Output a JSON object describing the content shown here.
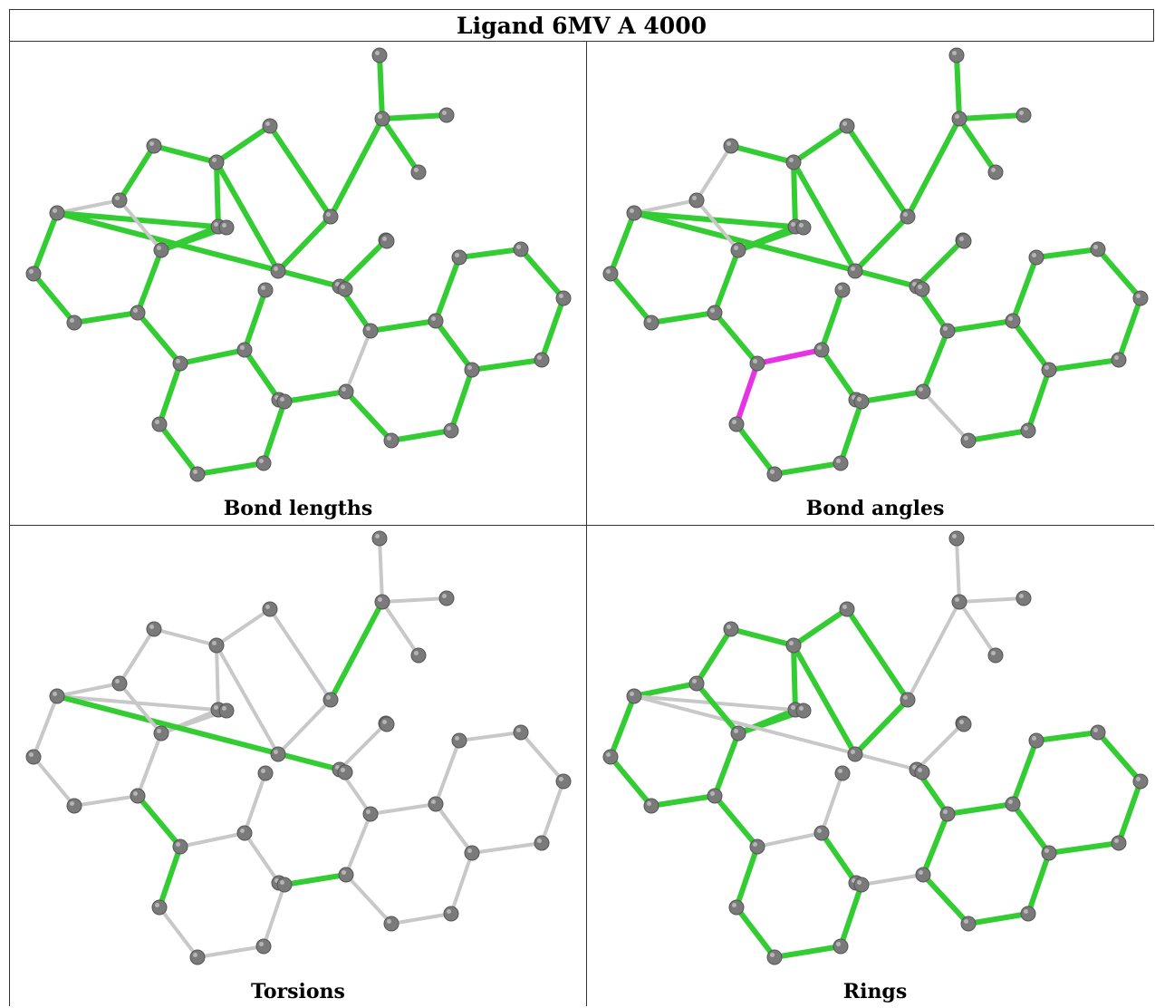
{
  "title": "Ligand 6MV A 4000",
  "colors": {
    "outlier_bond": "#33cc33",
    "normal_bond": "#c8c8c8",
    "highlight_bond": "#e633e6",
    "atom": "#7a7a7a"
  },
  "panels": [
    {
      "caption": "Bond lengths",
      "green": [
        [
          0,
          1
        ],
        [
          1,
          2
        ],
        [
          2,
          3
        ],
        [
          3,
          4
        ],
        [
          4,
          5
        ],
        [
          5,
          6
        ],
        [
          6,
          7
        ],
        [
          7,
          8
        ],
        [
          7,
          9
        ],
        [
          7,
          10
        ],
        [
          11,
          12
        ],
        [
          12,
          13
        ],
        [
          14,
          15
        ],
        [
          15,
          16
        ],
        [
          16,
          17
        ],
        [
          17,
          18
        ],
        [
          18,
          19
        ],
        [
          19,
          20
        ],
        [
          20,
          21
        ],
        [
          21,
          22
        ],
        [
          24,
          25
        ],
        [
          25,
          26
        ],
        [
          26,
          27
        ],
        [
          29,
          30
        ],
        [
          30,
          31
        ],
        [
          31,
          32
        ],
        [
          32,
          33
        ],
        [
          33,
          34
        ],
        [
          34,
          35
        ],
        [
          35,
          25
        ],
        [
          36,
          37
        ],
        [
          37,
          38
        ],
        [
          38,
          39
        ],
        [
          39,
          40
        ],
        [
          40,
          41
        ],
        [
          41,
          36
        ],
        [
          5,
          42
        ],
        [
          11,
          13
        ],
        [
          13,
          15
        ],
        [
          22,
          43
        ],
        [
          15,
          44
        ],
        [
          4,
          11
        ],
        [
          12,
          42
        ],
        [
          22,
          29
        ],
        [
          31,
          36
        ]
      ],
      "magenta": []
    },
    {
      "caption": "Bond angles",
      "green": [
        [
          0,
          1
        ],
        [
          2,
          3
        ],
        [
          3,
          4
        ],
        [
          4,
          5
        ],
        [
          5,
          6
        ],
        [
          6,
          7
        ],
        [
          7,
          8
        ],
        [
          7,
          9
        ],
        [
          7,
          10
        ],
        [
          11,
          12
        ],
        [
          12,
          13
        ],
        [
          14,
          15
        ],
        [
          15,
          16
        ],
        [
          16,
          17
        ],
        [
          17,
          18
        ],
        [
          19,
          20
        ],
        [
          20,
          21
        ],
        [
          21,
          22
        ],
        [
          24,
          25
        ],
        [
          25,
          26
        ],
        [
          26,
          27
        ],
        [
          29,
          30
        ],
        [
          30,
          31
        ],
        [
          31,
          32
        ],
        [
          33,
          34
        ],
        [
          34,
          35
        ],
        [
          35,
          25
        ],
        [
          36,
          37
        ],
        [
          37,
          38
        ],
        [
          38,
          39
        ],
        [
          39,
          40
        ],
        [
          40,
          41
        ],
        [
          41,
          36
        ],
        [
          5,
          42
        ],
        [
          11,
          13
        ],
        [
          13,
          15
        ],
        [
          22,
          43
        ],
        [
          15,
          44
        ],
        [
          4,
          11
        ],
        [
          12,
          42
        ],
        [
          22,
          29
        ],
        [
          27,
          28
        ]
      ],
      "magenta": [
        [
          18,
          19
        ],
        [
          19,
          24
        ],
        [
          24,
          23
        ]
      ]
    },
    {
      "caption": "Torsions",
      "green": [
        [
          6,
          7
        ],
        [
          11,
          13
        ],
        [
          17,
          18
        ],
        [
          32,
          33
        ],
        [
          13,
          43
        ]
      ],
      "magenta": []
    },
    {
      "caption": "Rings",
      "green": [
        [
          0,
          1
        ],
        [
          1,
          2
        ],
        [
          2,
          3
        ],
        [
          3,
          4
        ],
        [
          4,
          5
        ],
        [
          5,
          6
        ],
        [
          11,
          12
        ],
        [
          12,
          13
        ],
        [
          14,
          15
        ],
        [
          15,
          16
        ],
        [
          16,
          17
        ],
        [
          17,
          18
        ],
        [
          19,
          20
        ],
        [
          20,
          21
        ],
        [
          21,
          22
        ],
        [
          24,
          25
        ],
        [
          25,
          26
        ],
        [
          26,
          27
        ],
        [
          29,
          30
        ],
        [
          30,
          31
        ],
        [
          31,
          32
        ],
        [
          33,
          34
        ],
        [
          34,
          35
        ],
        [
          35,
          25
        ],
        [
          36,
          37
        ],
        [
          37,
          38
        ],
        [
          38,
          39
        ],
        [
          39,
          40
        ],
        [
          40,
          41
        ],
        [
          41,
          36
        ],
        [
          5,
          42
        ],
        [
          11,
          13
        ],
        [
          4,
          11
        ],
        [
          12,
          42
        ],
        [
          22,
          29
        ],
        [
          18,
          19
        ],
        [
          19,
          24
        ],
        [
          24,
          23
        ],
        [
          23,
          28
        ],
        [
          28,
          27
        ]
      ],
      "magenta": []
    }
  ]
}
